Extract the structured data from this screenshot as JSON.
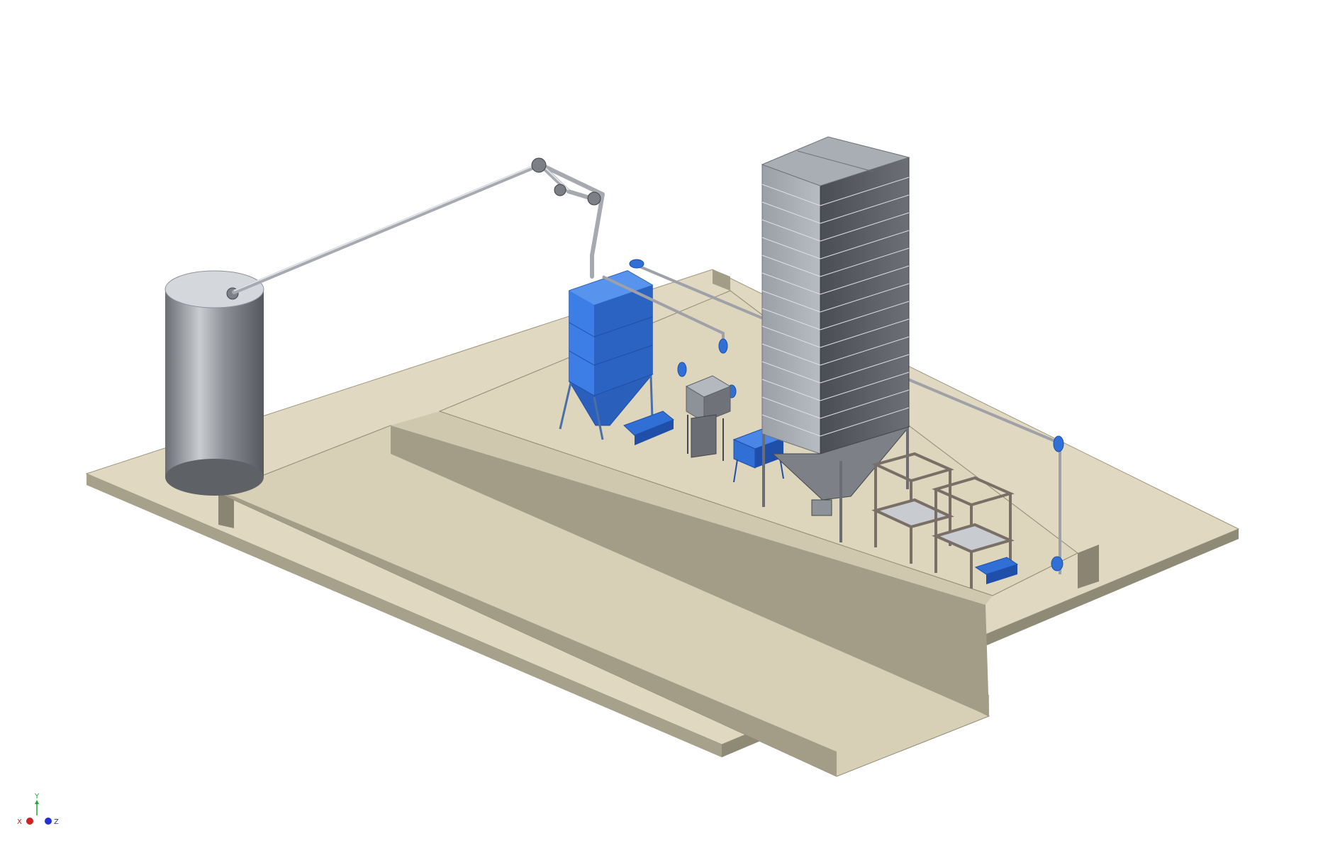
{
  "view_triad": {
    "x_label": "X",
    "y_label": "Y",
    "z_label": "Z",
    "x_color": "#cc2222",
    "y_color": "#22aa33",
    "z_color": "#2233cc"
  },
  "colors": {
    "floor_top": "#e0d8c0",
    "floor_side": "#a39d88",
    "floor_dark": "#8a8472",
    "equipment_blue": "#2f6fd6",
    "equipment_blue_dark": "#1f4fa8",
    "steel_light": "#b8bcc2",
    "steel_mid": "#8d9298",
    "steel_dark": "#5c6066"
  }
}
